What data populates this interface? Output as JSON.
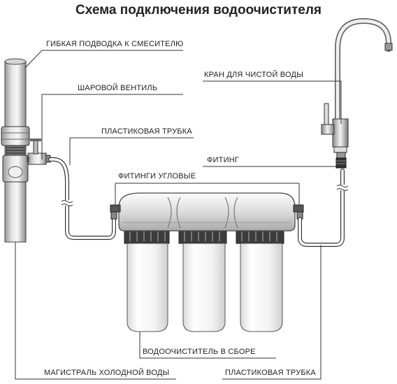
{
  "title": "Схема подключения водоочистителя",
  "labels": {
    "flex_hose": "ГИБКАЯ ПОДВОДКА К СМЕСИТЕЛЮ",
    "ball_valve": "ШАРОВОЙ ВЕНТИЛЬ",
    "plastic_tube_top": "ПЛАСТИКОВАЯ ТРУБКА",
    "angle_fittings": "ФИТИНГИ УГЛОВЫЕ",
    "clean_water_tap": "КРАН ДЛЯ ЧИСТОЙ ВОДЫ",
    "fitting": "ФИТИНГ",
    "purifier_assembly": "ВОДООЧИСТИТЕЛЬ В СБОРЕ",
    "cold_water_main": "МАГИСТРАЛЬ ХОЛОДНОЙ ВОДЫ",
    "plastic_tube_bottom": "ПЛАСТИКОВАЯ ТРУБКА"
  }
}
